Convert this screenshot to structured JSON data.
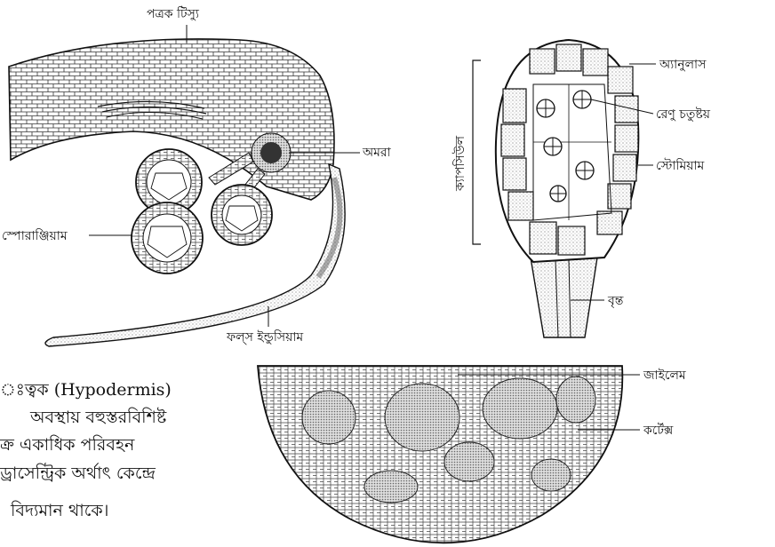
{
  "sorus_diagram": {
    "labels": {
      "vascular_tissue": "পত্রক টিস্যু",
      "placenta": "অমরা",
      "sporangium": "স্পোরাঞ্জিয়াম",
      "false_indusium": "ফল্স ইন্ডুসিয়াম"
    }
  },
  "sporangium_diagram": {
    "labels": {
      "annulus": "অ্যানুলাস",
      "spore_tetrad": "রেণু চতুষ্টয়",
      "stomium": "স্টোমিয়াম",
      "capsule": "ক্যাপসিউল",
      "stalk": "বৃন্ত"
    }
  },
  "section_diagram": {
    "labels": {
      "xylem": "জাইলেম",
      "cortex": "কর্টেক্স"
    }
  },
  "body_text": {
    "line1": "ঃত্বক (Hypodermis)",
    "line2": "অবস্থায় বহুস্তরবিশিষ্ট",
    "line3": "ক্র একাধিক পরিবহন",
    "line4": "ড্রাসেন্ট্রিক অর্থাৎ কেন্দ্রে",
    "line5": "বিদ্যমান থাকে।"
  }
}
